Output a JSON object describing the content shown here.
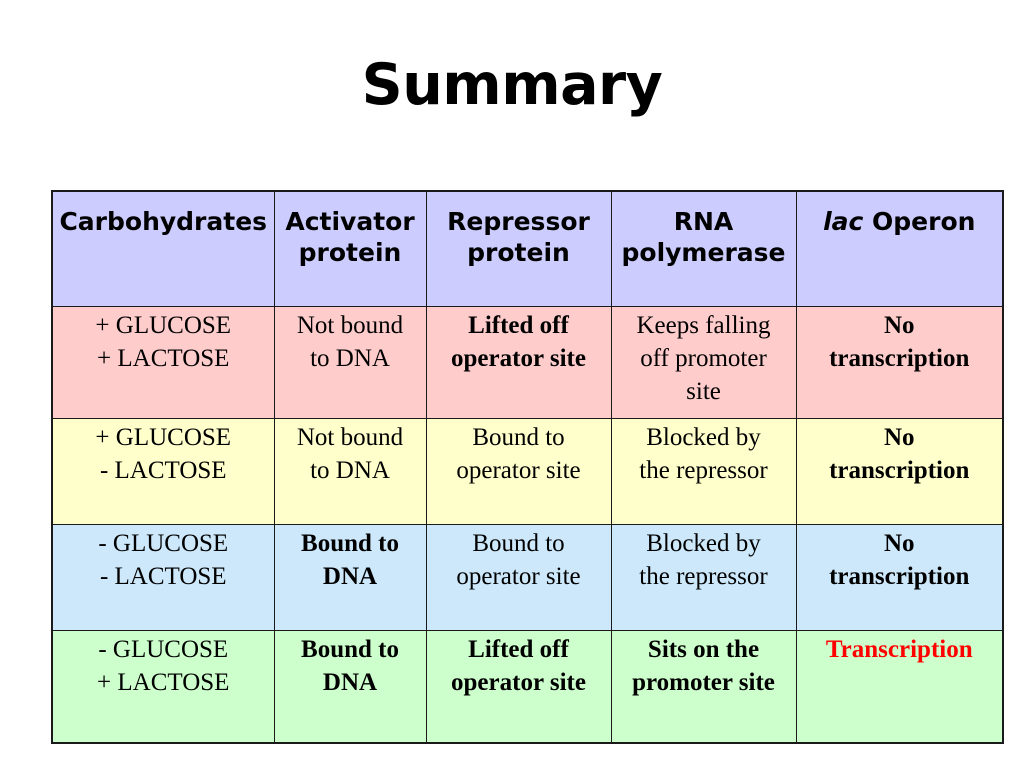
{
  "slide": {
    "title": "Summary",
    "background_color": "#ffffff"
  },
  "colors": {
    "header_bg": "#ccccff",
    "row1_bg": "#ffcccc",
    "row2_bg": "#ffffcc",
    "row3_bg": "#cce8fa",
    "row4_bg": "#ccffcc",
    "border": "#1a1a1a",
    "text": "#000000",
    "accent_red": "#ff0000"
  },
  "table": {
    "headers": [
      {
        "text": "Carbohydrates",
        "lines": [
          "Carbohydrates"
        ]
      },
      {
        "text": "Activator protein",
        "lines": [
          "Activator",
          "protein"
        ]
      },
      {
        "text": "Repressor protein",
        "lines": [
          "Repressor",
          "protein"
        ]
      },
      {
        "text": "RNA polymerase",
        "lines": [
          "RNA",
          "polymerase"
        ]
      },
      {
        "text": "lac Operon",
        "italic_prefix": "lac",
        "rest": " Operon"
      }
    ],
    "rows": [
      {
        "row_color": "#ffcccc",
        "cells": [
          {
            "lines": [
              "+ GLUCOSE",
              "+ LACTOSE"
            ],
            "bold": false,
            "color": "#000000"
          },
          {
            "lines": [
              "Not bound",
              "to DNA"
            ],
            "bold": false,
            "color": "#000000"
          },
          {
            "lines": [
              "Lifted off",
              "operator site"
            ],
            "bold": true,
            "color": "#000000"
          },
          {
            "lines": [
              "Keeps falling",
              "off promoter",
              "site"
            ],
            "bold": false,
            "color": "#000000"
          },
          {
            "lines": [
              "No",
              "transcription"
            ],
            "bold": true,
            "color": "#000000"
          }
        ]
      },
      {
        "row_color": "#ffffcc",
        "cells": [
          {
            "lines": [
              "+ GLUCOSE",
              "- LACTOSE"
            ],
            "bold": false,
            "color": "#000000"
          },
          {
            "lines": [
              "Not bound",
              "to DNA"
            ],
            "bold": false,
            "color": "#000000"
          },
          {
            "lines": [
              "Bound to",
              "operator site"
            ],
            "bold": false,
            "color": "#000000"
          },
          {
            "lines": [
              "Blocked by",
              "the repressor"
            ],
            "bold": false,
            "color": "#000000"
          },
          {
            "lines": [
              "No",
              "transcription"
            ],
            "bold": true,
            "color": "#000000"
          }
        ]
      },
      {
        "row_color": "#cce8fa",
        "cells": [
          {
            "lines": [
              "- GLUCOSE",
              "- LACTOSE"
            ],
            "bold": false,
            "color": "#000000"
          },
          {
            "lines": [
              "Bound to",
              "DNA"
            ],
            "bold": true,
            "color": "#000000"
          },
          {
            "lines": [
              "Bound to",
              "operator site"
            ],
            "bold": false,
            "color": "#000000"
          },
          {
            "lines": [
              "Blocked by",
              "the repressor"
            ],
            "bold": false,
            "color": "#000000"
          },
          {
            "lines": [
              "No",
              "transcription"
            ],
            "bold": true,
            "color": "#000000"
          }
        ]
      },
      {
        "row_color": "#ccffcc",
        "cells": [
          {
            "lines": [
              "- GLUCOSE",
              "+ LACTOSE"
            ],
            "bold": false,
            "color": "#000000"
          },
          {
            "lines": [
              "Bound to",
              "DNA"
            ],
            "bold": true,
            "color": "#000000"
          },
          {
            "lines": [
              "Lifted off",
              "operator site"
            ],
            "bold": true,
            "color": "#000000"
          },
          {
            "lines": [
              "Sits on the",
              "promoter site"
            ],
            "bold": true,
            "color": "#000000"
          },
          {
            "lines": [
              "Transcription"
            ],
            "bold": true,
            "color": "#ff0000"
          }
        ]
      }
    ]
  }
}
